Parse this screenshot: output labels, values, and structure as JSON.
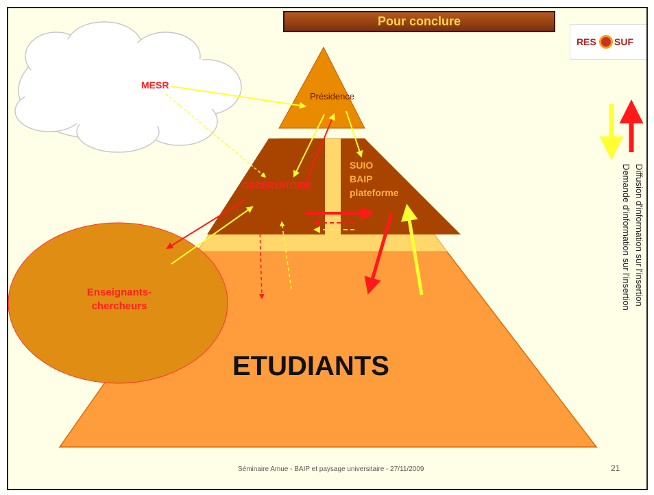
{
  "slide": {
    "title": "Pour conclure",
    "logo_text_left": "RES",
    "logo_text_right": "SUF",
    "footer": "Séminaire Amue - BAIP et paysage universitaire - 27/11/2009",
    "page_number": "21"
  },
  "diagram": {
    "nodes": {
      "mesr": "MESR",
      "presidence": "Présidence",
      "observatoire": "OBSERVATOIRE",
      "suio_lines": [
        "SUIO",
        "BAIP",
        "plateforme"
      ],
      "enseignants_lines": [
        "Enseignants-",
        "chercheurs"
      ],
      "etudiants": "ETUDIANTS"
    },
    "legend": {
      "red_label": "Diffusion d'information sur l'insertion",
      "yellow_label": "Demande d'information sur l'insertion"
    },
    "colors": {
      "red": "#ff1a1a",
      "yellow": "#ffff33",
      "pyramid_base": "#ff9d3c",
      "pyramid_mid": "#a94400",
      "pyramid_top": "#e98a00",
      "band": "#ffd76a",
      "ellipse": "#e08d13"
    }
  }
}
